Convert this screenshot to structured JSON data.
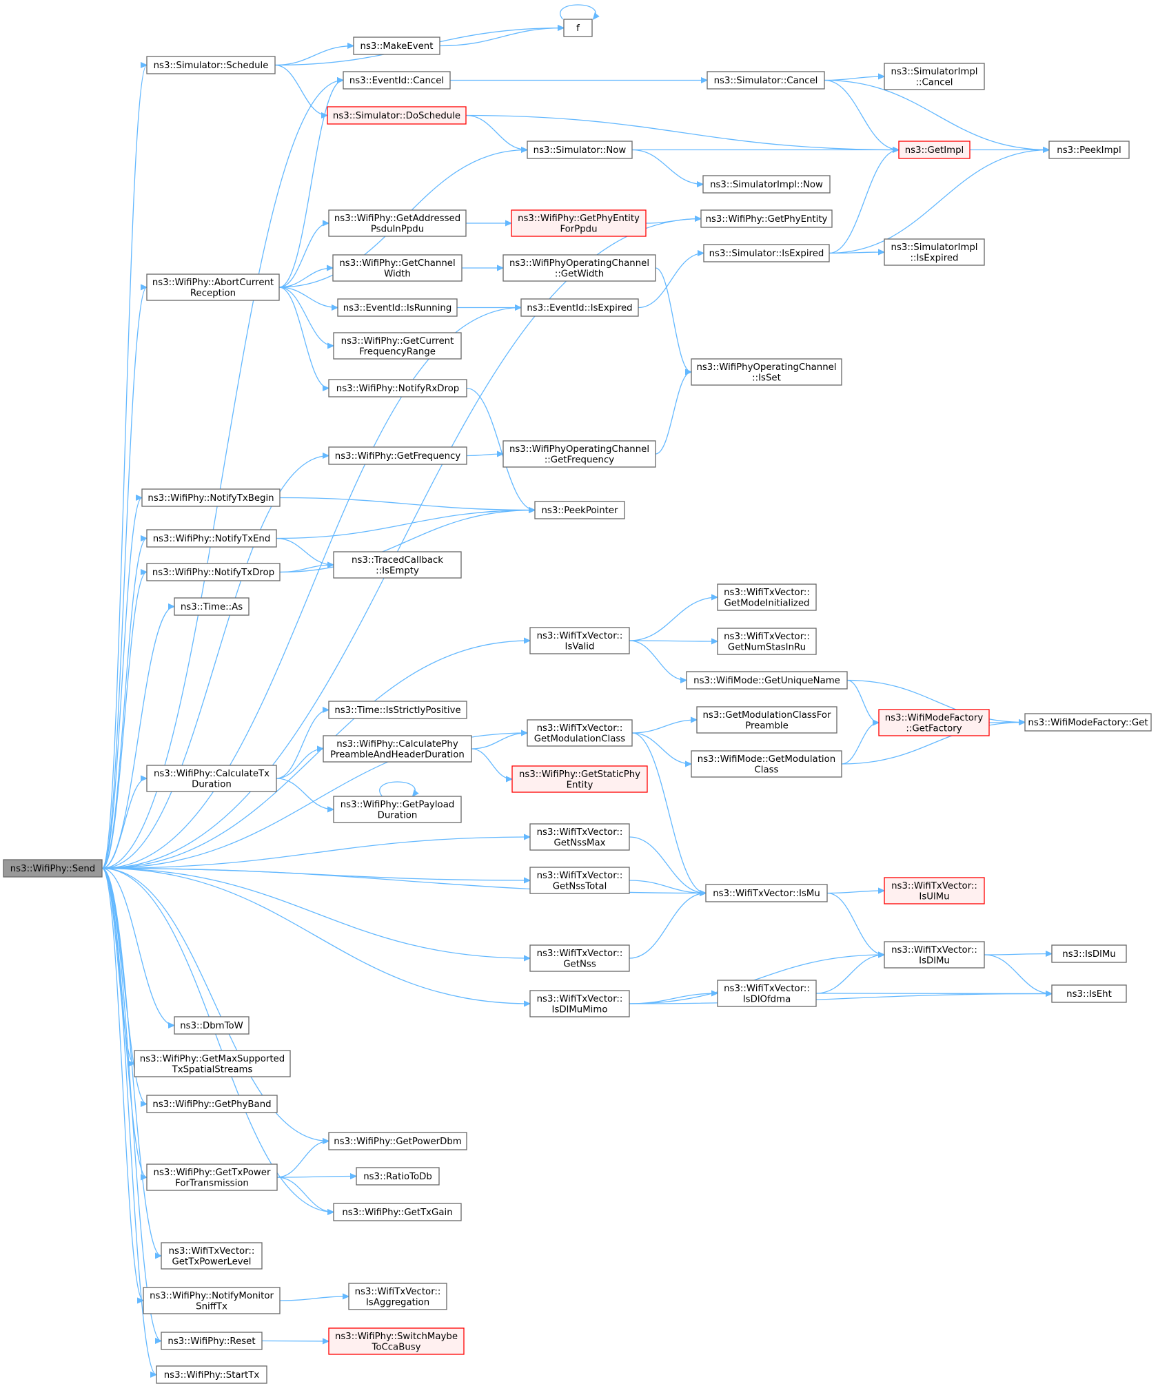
{
  "diagram": {
    "type": "call-graph",
    "colors": {
      "edge": "#63b8ff",
      "node_border": "#666666",
      "node_fill": "#ffffff",
      "truncated_border": "#ff0000",
      "truncated_fill": "#fff0f0",
      "root_fill": "#999999"
    },
    "nodes": [
      {
        "id": "send",
        "lines": [
          "ns3::WifiPhy::Send"
        ],
        "style": "root"
      },
      {
        "id": "schedule",
        "lines": [
          "ns3::Simulator::Schedule"
        ]
      },
      {
        "id": "abort",
        "lines": [
          "ns3::WifiPhy::AbortCurrent",
          "Reception"
        ]
      },
      {
        "id": "getfreq",
        "lines": [
          "ns3::WifiPhy::GetFrequency"
        ]
      },
      {
        "id": "txbegin",
        "lines": [
          "ns3::WifiPhy::NotifyTxBegin"
        ]
      },
      {
        "id": "txend",
        "lines": [
          "ns3::WifiPhy::NotifyTxEnd"
        ]
      },
      {
        "id": "txdrop",
        "lines": [
          "ns3::WifiPhy::NotifyTxDrop"
        ]
      },
      {
        "id": "timeas",
        "lines": [
          "ns3::Time::As"
        ]
      },
      {
        "id": "calctx",
        "lines": [
          "ns3::WifiPhy::CalculateTx",
          "Duration"
        ]
      },
      {
        "id": "dbmtow",
        "lines": [
          "ns3::DbmToW"
        ]
      },
      {
        "id": "getmaxss",
        "lines": [
          "ns3::WifiPhy::GetMaxSupported",
          "TxSpatialStreams"
        ]
      },
      {
        "id": "getphyband",
        "lines": [
          "ns3::WifiPhy::GetPhyBand"
        ]
      },
      {
        "id": "gettxpower",
        "lines": [
          "ns3::WifiPhy::GetTxPower",
          "ForTransmission"
        ]
      },
      {
        "id": "gettxpowerlevel",
        "lines": [
          "ns3::WifiTxVector::",
          "GetTxPowerLevel"
        ]
      },
      {
        "id": "notifymon",
        "lines": [
          "ns3::WifiPhy::NotifyMonitor",
          "SniffTx"
        ]
      },
      {
        "id": "reset",
        "lines": [
          "ns3::WifiPhy::Reset"
        ]
      },
      {
        "id": "starttx",
        "lines": [
          "ns3::WifiPhy::StartTx"
        ]
      },
      {
        "id": "makeevent",
        "lines": [
          "ns3::MakeEvent"
        ]
      },
      {
        "id": "f",
        "lines": [
          "f"
        ]
      },
      {
        "id": "evcancel",
        "lines": [
          "ns3::EventId::Cancel"
        ]
      },
      {
        "id": "doschedule",
        "lines": [
          "ns3::Simulator::DoSchedule"
        ],
        "style": "truncated"
      },
      {
        "id": "simnow",
        "lines": [
          "ns3::Simulator::Now"
        ]
      },
      {
        "id": "getaddr",
        "lines": [
          "ns3::WifiPhy::GetAddressed",
          "PsduInPpdu"
        ]
      },
      {
        "id": "getchw",
        "lines": [
          "ns3::WifiPhy::GetChannel",
          "Width"
        ]
      },
      {
        "id": "isrunning",
        "lines": [
          "ns3::EventId::IsRunning"
        ]
      },
      {
        "id": "getcurfr",
        "lines": [
          "ns3::WifiPhy::GetCurrent",
          "FrequencyRange"
        ]
      },
      {
        "id": "rxdrop",
        "lines": [
          "ns3::WifiPhy::NotifyRxDrop"
        ]
      },
      {
        "id": "peekptr",
        "lines": [
          "ns3::PeekPointer"
        ]
      },
      {
        "id": "tracedcb",
        "lines": [
          "ns3::TracedCallback",
          "::IsEmpty"
        ]
      },
      {
        "id": "txisvalid",
        "lines": [
          "ns3::WifiTxVector::",
          "IsValid"
        ]
      },
      {
        "id": "isstrictpos",
        "lines": [
          "ns3::Time::IsStrictlyPositive"
        ]
      },
      {
        "id": "calcphypre",
        "lines": [
          "ns3::WifiPhy::CalculatePhy",
          "PreambleAndHeaderDuration"
        ]
      },
      {
        "id": "getpayload",
        "lines": [
          "ns3::WifiPhy::GetPayload",
          "Duration"
        ]
      },
      {
        "id": "getnssmax",
        "lines": [
          "ns3::WifiTxVector::",
          "GetNssMax"
        ]
      },
      {
        "id": "getnsstotal",
        "lines": [
          "ns3::WifiTxVector::",
          "GetNssTotal"
        ]
      },
      {
        "id": "getnss",
        "lines": [
          "ns3::WifiTxVector::",
          "GetNss"
        ]
      },
      {
        "id": "isdlmumimo",
        "lines": [
          "ns3::WifiTxVector::",
          "IsDlMuMimo"
        ]
      },
      {
        "id": "getpowerdbm",
        "lines": [
          "ns3::WifiPhy::GetPowerDbm"
        ]
      },
      {
        "id": "ratiotodb",
        "lines": [
          "ns3::RatioToDb"
        ]
      },
      {
        "id": "gettxgain",
        "lines": [
          "ns3::WifiPhy::GetTxGain"
        ]
      },
      {
        "id": "isaggr",
        "lines": [
          "ns3::WifiTxVector::",
          "IsAggregation"
        ]
      },
      {
        "id": "switchcca",
        "lines": [
          "ns3::WifiPhy::SwitchMaybe",
          "ToCcaBusy"
        ],
        "style": "truncated"
      },
      {
        "id": "getphyentppdu",
        "lines": [
          "ns3::WifiPhy::GetPhyEntity",
          "ForPpdu"
        ],
        "style": "truncated"
      },
      {
        "id": "opgetwidth",
        "lines": [
          "ns3::WifiPhyOperatingChannel",
          "::GetWidth"
        ]
      },
      {
        "id": "evisexpired",
        "lines": [
          "ns3::EventId::IsExpired"
        ]
      },
      {
        "id": "opgetfreq",
        "lines": [
          "ns3::WifiPhyOperatingChannel",
          "::GetFrequency"
        ]
      },
      {
        "id": "getmodclass",
        "lines": [
          "ns3::WifiTxVector::",
          "GetModulationClass"
        ]
      },
      {
        "id": "getstaticphy",
        "lines": [
          "ns3::WifiPhy::GetStaticPhy",
          "Entity"
        ],
        "style": "truncated"
      },
      {
        "id": "simcancel",
        "lines": [
          "ns3::Simulator::Cancel"
        ]
      },
      {
        "id": "simimplnow",
        "lines": [
          "ns3::SimulatorImpl::Now"
        ]
      },
      {
        "id": "getphyent",
        "lines": [
          "ns3::WifiPhy::GetPhyEntity"
        ]
      },
      {
        "id": "simisexpired",
        "lines": [
          "ns3::Simulator::IsExpired"
        ]
      },
      {
        "id": "opisset",
        "lines": [
          "ns3::WifiPhyOperatingChannel",
          "::IsSet"
        ]
      },
      {
        "id": "getmodeinit",
        "lines": [
          "ns3::WifiTxVector::",
          "GetModeInitialized"
        ]
      },
      {
        "id": "getnumstas",
        "lines": [
          "ns3::WifiTxVector::",
          "GetNumStasInRu"
        ]
      },
      {
        "id": "getuniquename",
        "lines": [
          "ns3::WifiMode::GetUniqueName"
        ]
      },
      {
        "id": "getmodclasspre",
        "lines": [
          "ns3::GetModulationClassFor",
          "Preamble"
        ]
      },
      {
        "id": "modegetmodclass",
        "lines": [
          "ns3::WifiMode::GetModulation",
          "Class"
        ]
      },
      {
        "id": "ismu",
        "lines": [
          "ns3::WifiTxVector::IsMu"
        ]
      },
      {
        "id": "isdlofdma",
        "lines": [
          "ns3::WifiTxVector::",
          "IsDlOfdma"
        ]
      },
      {
        "id": "simimplcancel",
        "lines": [
          "ns3::SimulatorImpl",
          "::Cancel"
        ]
      },
      {
        "id": "getimpl",
        "lines": [
          "ns3::GetImpl"
        ],
        "style": "truncated"
      },
      {
        "id": "simimplisexp",
        "lines": [
          "ns3::SimulatorImpl",
          "::IsExpired"
        ]
      },
      {
        "id": "getfactory",
        "lines": [
          "ns3::WifiModeFactory",
          "::GetFactory"
        ],
        "style": "truncated"
      },
      {
        "id": "isulmu",
        "lines": [
          "ns3::WifiTxVector::",
          "IsUlMu"
        ],
        "style": "truncated"
      },
      {
        "id": "isdlmu",
        "lines": [
          "ns3::WifiTxVector::",
          "IsDlMu"
        ]
      },
      {
        "id": "peekimpl",
        "lines": [
          "ns3::PeekImpl"
        ]
      },
      {
        "id": "factoryget",
        "lines": [
          "ns3::WifiModeFactory::Get"
        ]
      },
      {
        "id": "nsisdlmu",
        "lines": [
          "ns3::IsDlMu"
        ]
      },
      {
        "id": "iseht",
        "lines": [
          "ns3::IsEht"
        ]
      }
    ],
    "edges": [
      [
        "send",
        "schedule"
      ],
      [
        "send",
        "evcancel"
      ],
      [
        "send",
        "abort"
      ],
      [
        "send",
        "getphyent"
      ],
      [
        "send",
        "evisexpired"
      ],
      [
        "send",
        "getfreq"
      ],
      [
        "send",
        "txbegin"
      ],
      [
        "send",
        "txend"
      ],
      [
        "send",
        "txdrop"
      ],
      [
        "send",
        "timeas"
      ],
      [
        "send",
        "txisvalid"
      ],
      [
        "send",
        "getmodclass"
      ],
      [
        "send",
        "calctx"
      ],
      [
        "send",
        "getnssmax"
      ],
      [
        "send",
        "getnsstotal"
      ],
      [
        "send",
        "ismu"
      ],
      [
        "send",
        "getnss"
      ],
      [
        "send",
        "isdlmumimo"
      ],
      [
        "send",
        "dbmtow"
      ],
      [
        "send",
        "getmaxss"
      ],
      [
        "send",
        "getphyband"
      ],
      [
        "send",
        "getpowerdbm"
      ],
      [
        "send",
        "gettxpower"
      ],
      [
        "send",
        "gettxgain"
      ],
      [
        "send",
        "gettxpowerlevel"
      ],
      [
        "send",
        "notifymon"
      ],
      [
        "send",
        "reset"
      ],
      [
        "send",
        "starttx"
      ],
      [
        "schedule",
        "f"
      ],
      [
        "schedule",
        "makeevent"
      ],
      [
        "schedule",
        "doschedule"
      ],
      [
        "makeevent",
        "f"
      ],
      [
        "f",
        "f"
      ],
      [
        "evcancel",
        "simcancel"
      ],
      [
        "simcancel",
        "simimplcancel"
      ],
      [
        "simcancel",
        "getimpl"
      ],
      [
        "simcancel",
        "peekimpl"
      ],
      [
        "doschedule",
        "getimpl"
      ],
      [
        "doschedule",
        "simnow"
      ],
      [
        "simnow",
        "getimpl"
      ],
      [
        "simnow",
        "simimplnow"
      ],
      [
        "getimpl",
        "peekimpl"
      ],
      [
        "abort",
        "evcancel"
      ],
      [
        "abort",
        "simnow"
      ],
      [
        "abort",
        "getaddr"
      ],
      [
        "abort",
        "getchw"
      ],
      [
        "abort",
        "isrunning"
      ],
      [
        "abort",
        "getcurfr"
      ],
      [
        "abort",
        "rxdrop"
      ],
      [
        "getaddr",
        "getphyentppdu"
      ],
      [
        "getphyentppdu",
        "getphyent"
      ],
      [
        "getchw",
        "opgetwidth"
      ],
      [
        "opgetwidth",
        "opisset"
      ],
      [
        "isrunning",
        "evisexpired"
      ],
      [
        "evisexpired",
        "simisexpired"
      ],
      [
        "simisexpired",
        "getimpl"
      ],
      [
        "simisexpired",
        "peekimpl"
      ],
      [
        "simisexpired",
        "simimplisexp"
      ],
      [
        "rxdrop",
        "peekptr"
      ],
      [
        "getfreq",
        "opgetfreq"
      ],
      [
        "opgetfreq",
        "opisset"
      ],
      [
        "txbegin",
        "peekptr"
      ],
      [
        "txend",
        "peekptr"
      ],
      [
        "txend",
        "tracedcb"
      ],
      [
        "txdrop",
        "tracedcb"
      ],
      [
        "txdrop",
        "peekptr"
      ],
      [
        "txisvalid",
        "getmodeinit"
      ],
      [
        "txisvalid",
        "getnumstas"
      ],
      [
        "txisvalid",
        "getuniquename"
      ],
      [
        "getuniquename",
        "getfactory"
      ],
      [
        "getuniquename",
        "factoryget"
      ],
      [
        "getfactory",
        "factoryget"
      ],
      [
        "getmodclass",
        "getmodclasspre"
      ],
      [
        "getmodclass",
        "modegetmodclass"
      ],
      [
        "getmodclass",
        "ismu"
      ],
      [
        "modegetmodclass",
        "getfactory"
      ],
      [
        "modegetmodclass",
        "factoryget"
      ],
      [
        "calctx",
        "isstrictpos"
      ],
      [
        "calctx",
        "calcphypre"
      ],
      [
        "calctx",
        "getpayload"
      ],
      [
        "calcphypre",
        "getmodclass"
      ],
      [
        "calcphypre",
        "getstaticphy"
      ],
      [
        "getpayload",
        "getpayload"
      ],
      [
        "getnssmax",
        "ismu"
      ],
      [
        "getnsstotal",
        "ismu"
      ],
      [
        "getnss",
        "ismu"
      ],
      [
        "ismu",
        "isulmu"
      ],
      [
        "ismu",
        "isdlmu"
      ],
      [
        "isdlmu",
        "nsisdlmu"
      ],
      [
        "isdlmu",
        "iseht"
      ],
      [
        "isdlmumimo",
        "isdlmu"
      ],
      [
        "isdlmumimo",
        "isdlofdma"
      ],
      [
        "isdlmumimo",
        "iseht"
      ],
      [
        "isdlofdma",
        "isdlmu"
      ],
      [
        "isdlofdma",
        "iseht"
      ],
      [
        "gettxpower",
        "getpowerdbm"
      ],
      [
        "gettxpower",
        "ratiotodb"
      ],
      [
        "gettxpower",
        "gettxgain"
      ],
      [
        "notifymon",
        "isaggr"
      ],
      [
        "reset",
        "switchcca"
      ]
    ]
  }
}
